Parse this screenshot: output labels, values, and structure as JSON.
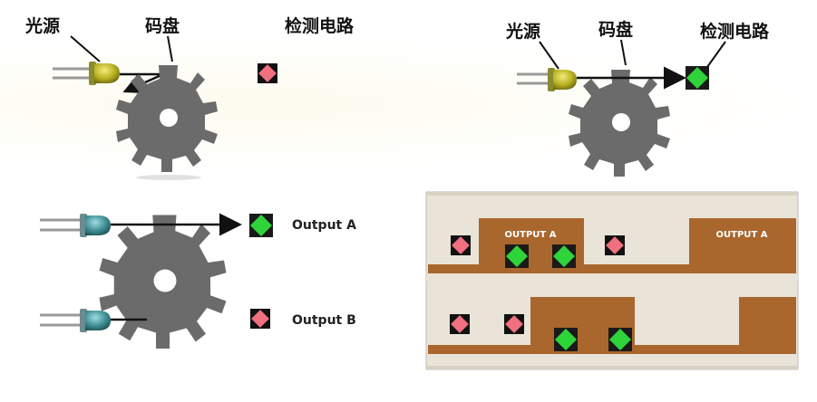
{
  "labels": {
    "light_source": "光源",
    "code_disc": "码盘",
    "detect_circuit": "检测电路",
    "output_a": "Output A",
    "output_b": "Output B",
    "chart_output_a": "OUTPUT A"
  },
  "colors": {
    "disc": "#6b6b6b",
    "led_yellow": "#b8b020",
    "led_teal": "#3f8f94",
    "detector_on": "#2fd33a",
    "detector_off": "#f07080",
    "panel_bg": "#e9e4d7",
    "waveform": "#a9672e"
  },
  "icons": [
    "led-yellow-icon",
    "led-teal-icon",
    "code-disc-icon",
    "detector-diamond-icon",
    "arrow-icon"
  ]
}
